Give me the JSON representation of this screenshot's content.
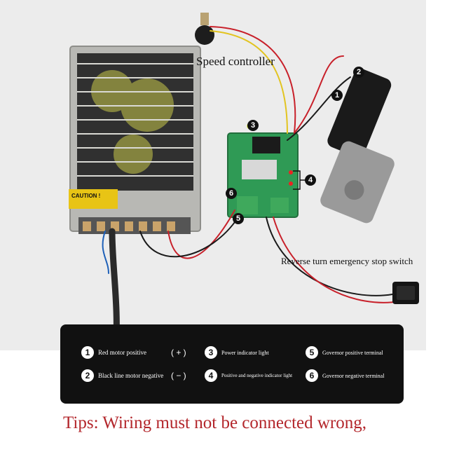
{
  "photo": {
    "speed_controller_label": "Speed controller",
    "reverse_switch_label": "Reverse turn emergency stop switch",
    "caution_label": "CAUTION !",
    "callouts": [
      "1",
      "2",
      "3",
      "4",
      "5",
      "6"
    ]
  },
  "legend": {
    "items": [
      {
        "num": "1",
        "text": "Red motor positive",
        "sign": "( + )"
      },
      {
        "num": "2",
        "text": "Black line motor negative",
        "sign": "( − )"
      },
      {
        "num": "3",
        "text": "Power indicator light"
      },
      {
        "num": "4",
        "text": "Positive and negative indicator light"
      },
      {
        "num": "5",
        "text": "Governor positive terminal"
      },
      {
        "num": "6",
        "text": "Governor negative terminal"
      }
    ]
  },
  "tips": "Tips: Wiring must not be connected wrong,",
  "colors": {
    "wire_red": "#c8202a",
    "wire_black": "#1a1a1a",
    "board_green": "#2f9a55",
    "tips_red": "#b3262b",
    "legend_bg": "#111111"
  }
}
